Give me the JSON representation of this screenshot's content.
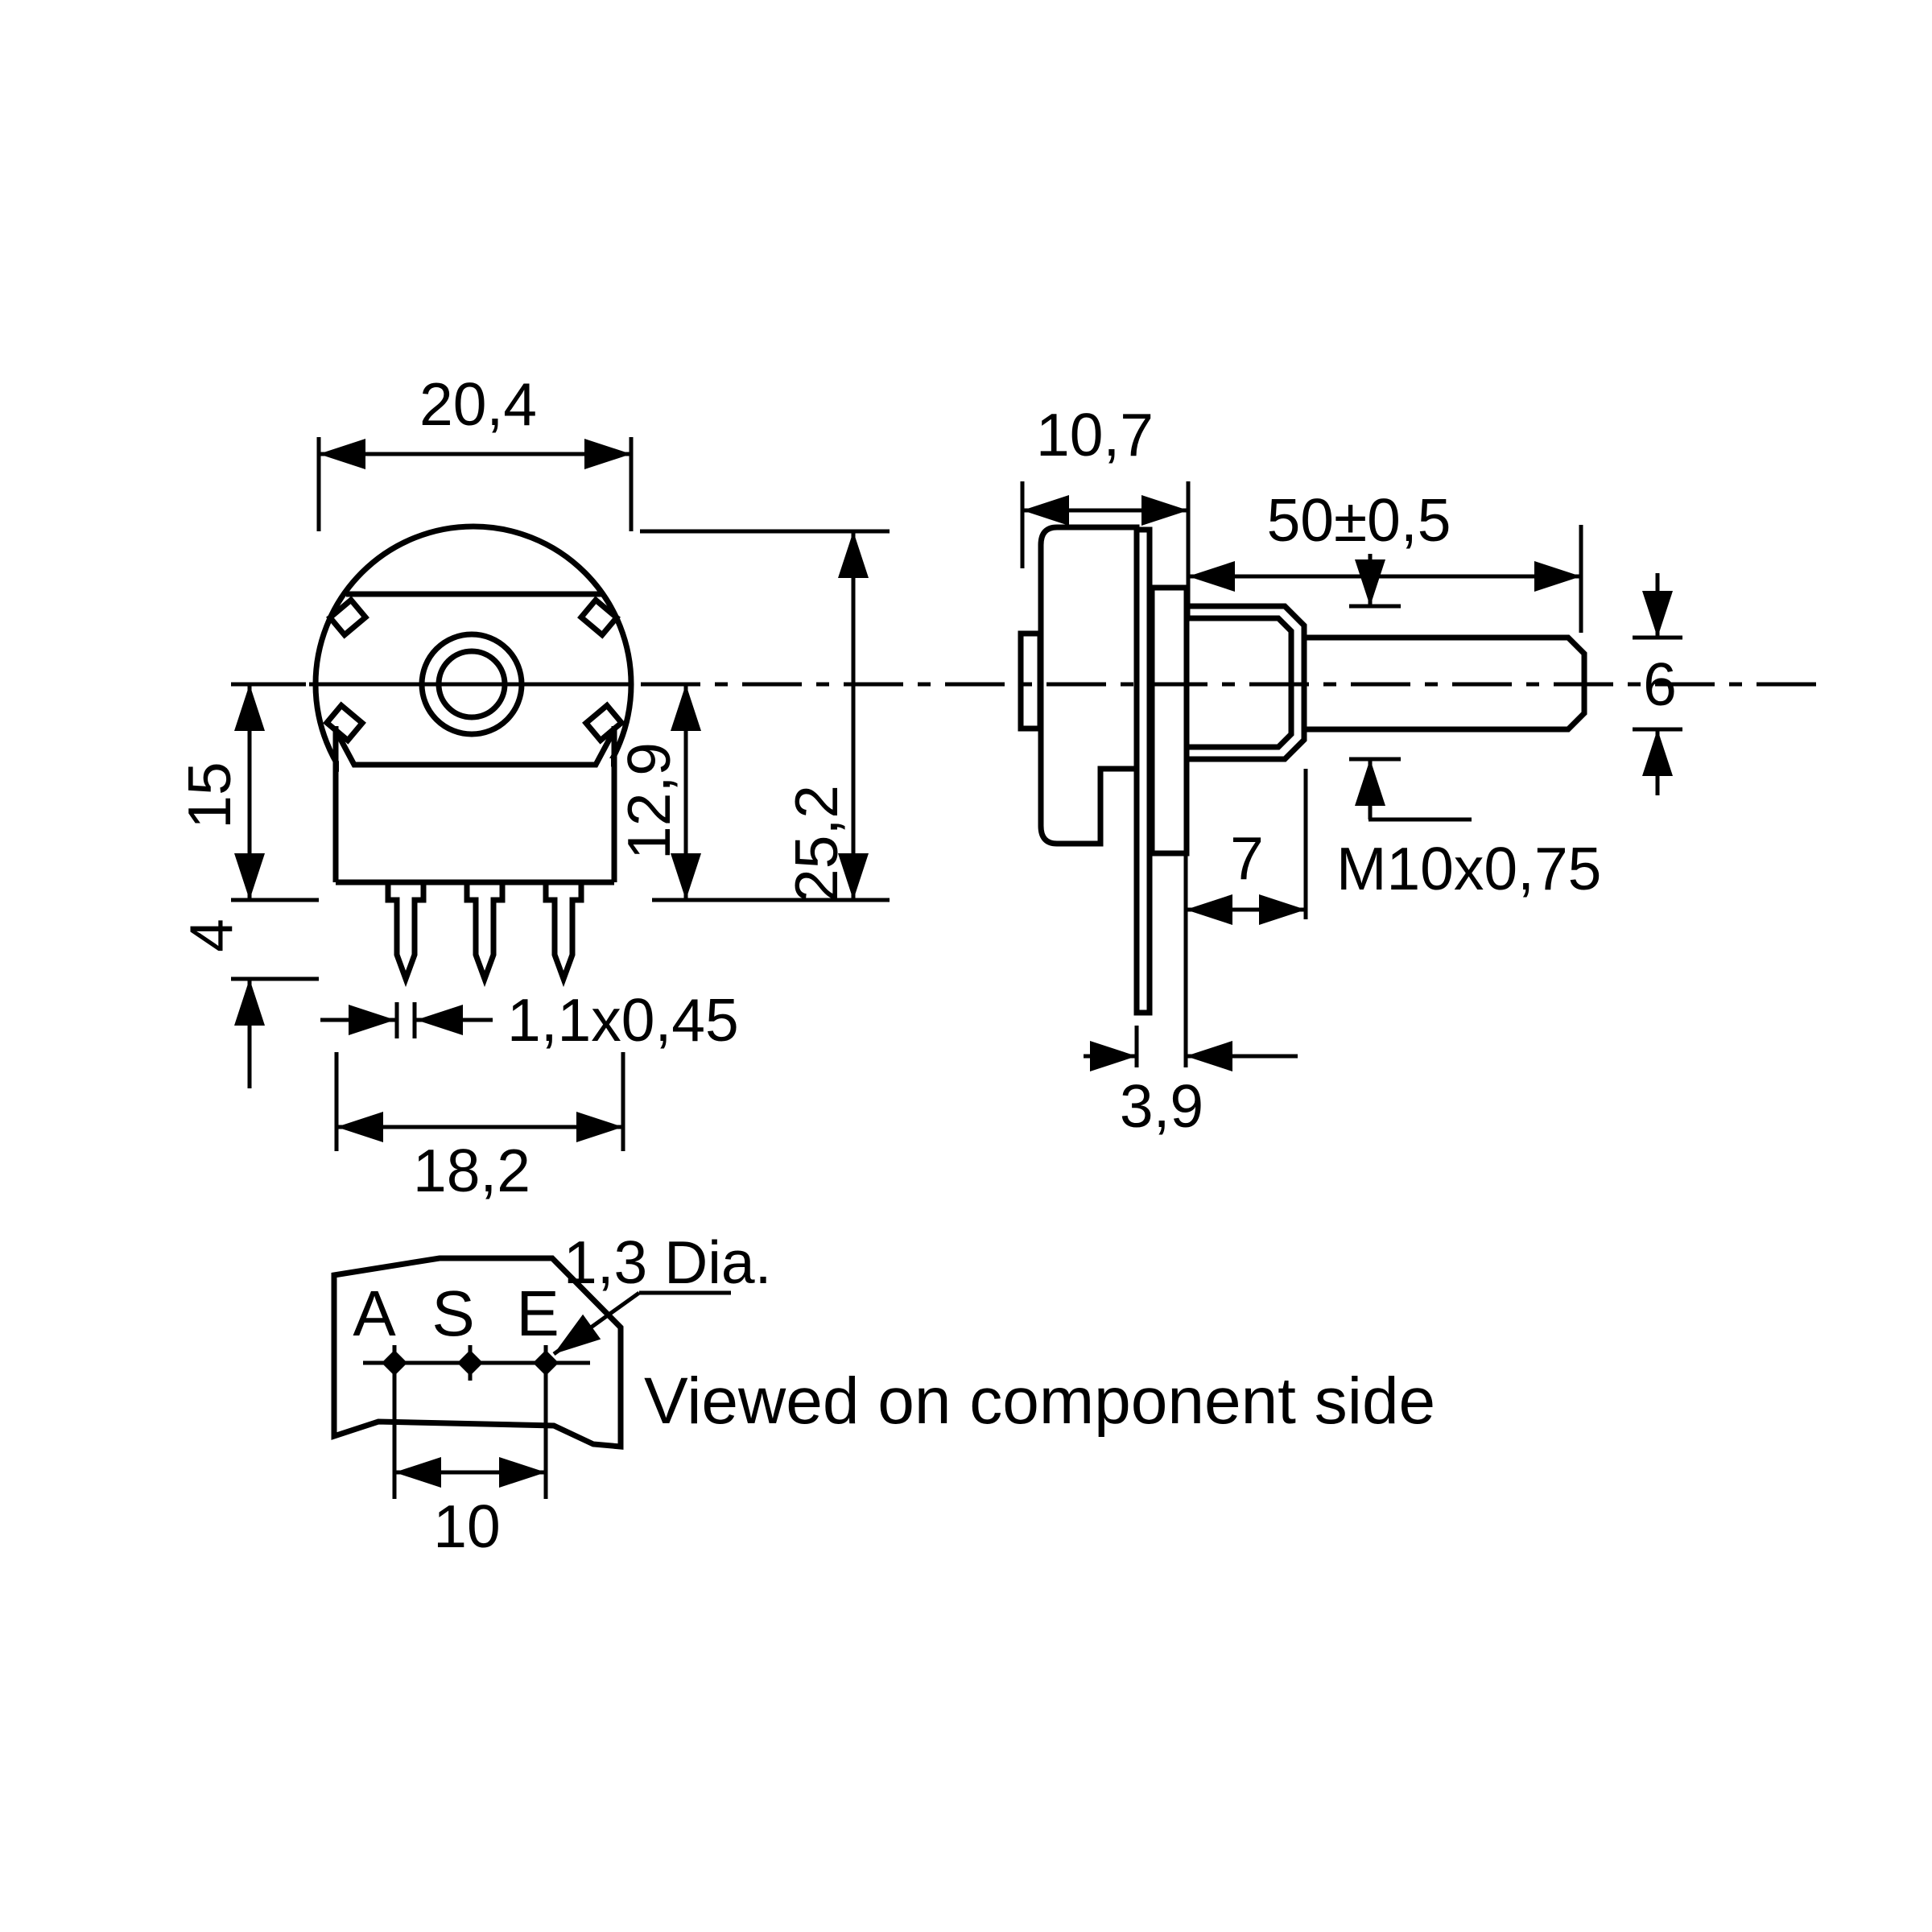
{
  "drawing": {
    "background_color": "#ffffff",
    "line_color": "#000000",
    "front_view": {
      "dim_top_width": "20,4",
      "dim_total_height": "25,2",
      "dim_center_to_seat_height": "12,9",
      "dim_center_to_pin_shoulder": "15",
      "dim_pin_tip_length": "4",
      "dim_pin_cross_section": "1,1x0,45",
      "dim_seat_width": "18,2"
    },
    "side_view": {
      "dim_body_depth": "10,7",
      "dim_shaft_length": "50±0,5",
      "dim_shaft_diameter": "6",
      "dim_thread_length": "7",
      "thread_spec": "M10x0,75",
      "dim_lug_offset": "3,9"
    },
    "bottom_view": {
      "terminal_a": "A",
      "terminal_s": "S",
      "terminal_e": "E",
      "dim_hole_diameter": "1,3 Dia.",
      "dim_terminal_spacing": "10",
      "caption": "Viewed on component side"
    }
  }
}
